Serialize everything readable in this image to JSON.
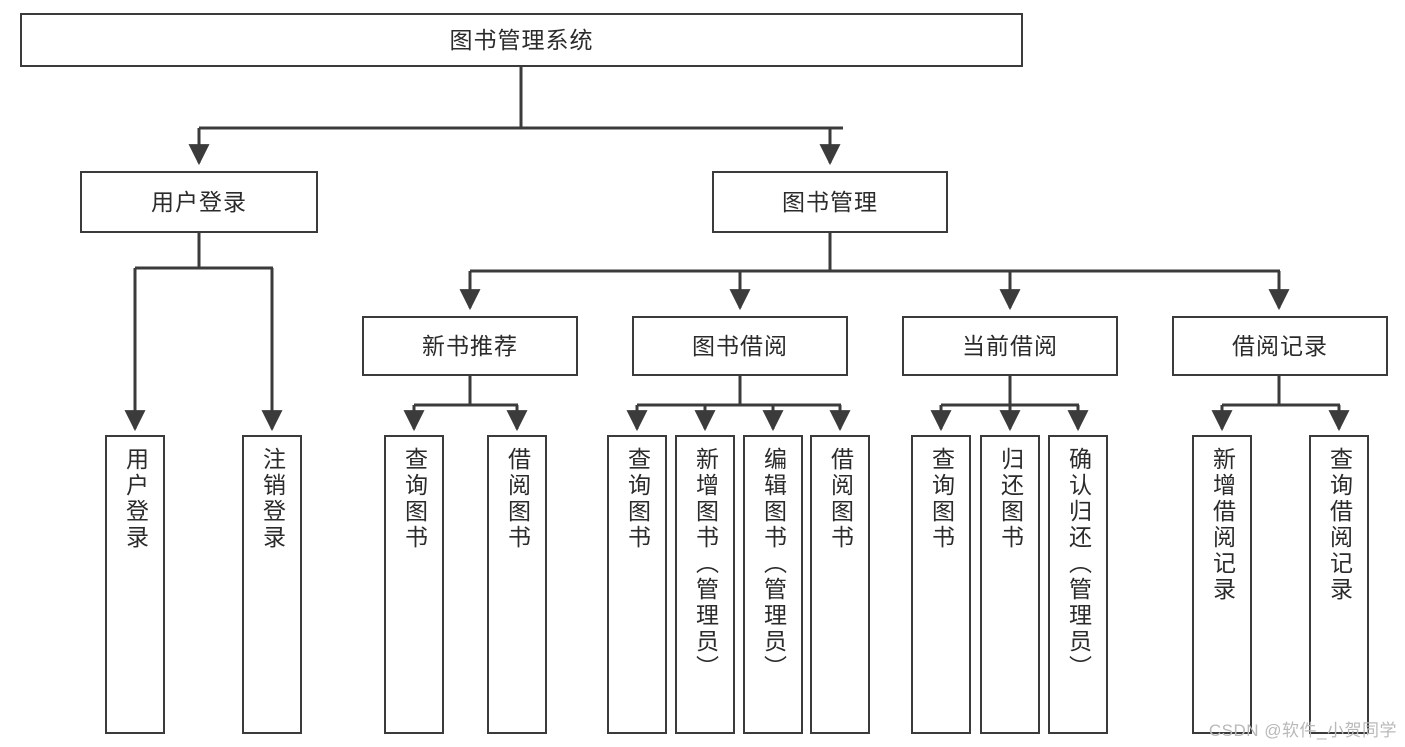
{
  "diagram": {
    "type": "tree-hierarchy",
    "title": "图书管理系统",
    "orientation": "top-down",
    "colors": {
      "box_border": "#3b3b3b",
      "box_fill": "#ffffff",
      "edge": "#3b3b3b",
      "text": "#2b2b2b",
      "watermark": "#b9b9b9",
      "background": "#ffffff"
    },
    "levels": {
      "root": {
        "label": "图书管理系统"
      },
      "level2": [
        {
          "id": "user-login",
          "label": "用户登录"
        },
        {
          "id": "book-management",
          "label": "图书管理"
        }
      ],
      "level3": [
        {
          "id": "new-book-recommend",
          "label": "新书推荐",
          "parent": "book-management"
        },
        {
          "id": "book-borrow",
          "label": "图书借阅",
          "parent": "book-management"
        },
        {
          "id": "current-borrow",
          "label": "当前借阅",
          "parent": "book-management"
        },
        {
          "id": "borrow-record",
          "label": "借阅记录",
          "parent": "book-management"
        }
      ],
      "leaves": [
        {
          "id": "leaf-user-login",
          "label": "用户登录",
          "parent": "user-login"
        },
        {
          "id": "leaf-logout-login",
          "label": "注销登录",
          "parent": "user-login"
        },
        {
          "id": "leaf-query-book-1",
          "label": "查询图书",
          "parent": "new-book-recommend"
        },
        {
          "id": "leaf-borrow-book-1",
          "label": "借阅图书",
          "parent": "new-book-recommend"
        },
        {
          "id": "leaf-query-book-2",
          "label": "查询图书",
          "parent": "book-borrow"
        },
        {
          "id": "leaf-add-book",
          "label": "新增图书（管理员）",
          "parent": "book-borrow"
        },
        {
          "id": "leaf-edit-book",
          "label": "编辑图书（管理员）",
          "parent": "book-borrow"
        },
        {
          "id": "leaf-borrow-book-2",
          "label": "借阅图书",
          "parent": "book-borrow"
        },
        {
          "id": "leaf-query-book-3",
          "label": "查询图书",
          "parent": "current-borrow"
        },
        {
          "id": "leaf-return-book",
          "label": "归还图书",
          "parent": "current-borrow"
        },
        {
          "id": "leaf-confirm-return",
          "label": "确认归还（管理员）",
          "parent": "current-borrow"
        },
        {
          "id": "leaf-add-borrow-record",
          "label": "新增借阅记录",
          "parent": "borrow-record"
        },
        {
          "id": "leaf-query-borrow-record",
          "label": "查询借阅记录",
          "parent": "borrow-record"
        }
      ]
    },
    "watermark": "CSDN @软件_小贺同学"
  }
}
